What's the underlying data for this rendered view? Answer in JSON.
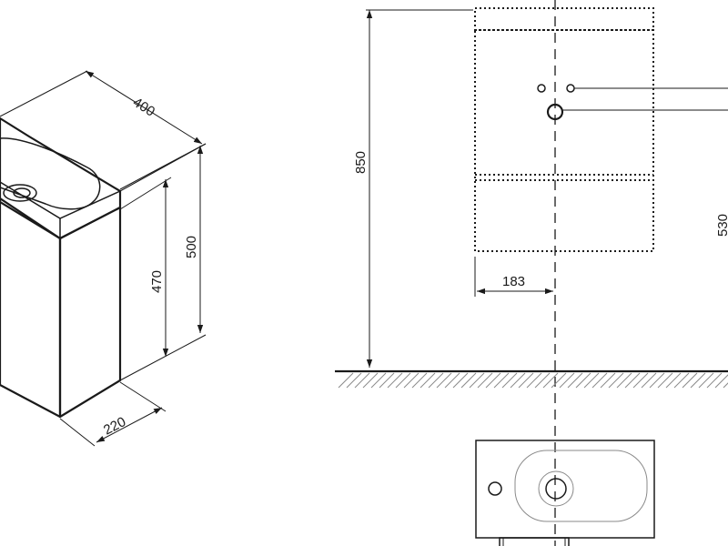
{
  "dimensions": {
    "width": "400",
    "height_total": "500",
    "height_cabinet": "470",
    "depth": "220",
    "mount_height": "850",
    "drain_offset": "183",
    "outlet_height": "530"
  }
}
